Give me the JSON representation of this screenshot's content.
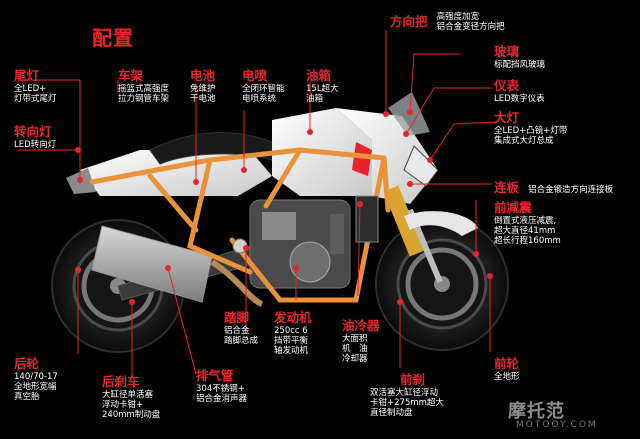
{
  "title": "配置",
  "labels": {
    "taillight": {
      "t": "尾灯",
      "d": [
        "全LED+",
        "灯带式尾灯"
      ]
    },
    "frame": {
      "t": "车架",
      "d": [
        "摇篮式高强度",
        "拉力钢管车架"
      ]
    },
    "battery": {
      "t": "电池",
      "d": [
        "免维护",
        "干电池"
      ]
    },
    "efi": {
      "t": "电喷",
      "d": [
        "全闭环智能",
        "电喷系统"
      ]
    },
    "fueltank": {
      "t": "油箱",
      "d": [
        "15L超大",
        "油箱"
      ]
    },
    "handlebar": {
      "t": "方向把",
      "d": [
        "高强度加宽",
        "铝合金变径方向把"
      ]
    },
    "windshield": {
      "t": "玻璃",
      "d": [
        "标配挡风玻璃"
      ]
    },
    "dashboard": {
      "t": "仪表",
      "d": [
        "LED数字仪表"
      ]
    },
    "headlight": {
      "t": "大灯",
      "d": [
        "全LED+凸镜+灯带",
        "集成式大灯总成"
      ]
    },
    "turnsignal": {
      "t": "转向灯",
      "d": [
        "LED转向灯"
      ]
    },
    "plate": {
      "t": "连板",
      "d": [
        "铝合金锻造方向连接板"
      ]
    },
    "frontshock": {
      "t": "前减震",
      "d": [
        "倒置式液压减震,",
        "超大直径41mm",
        "超长行程160mm"
      ]
    },
    "footrest": {
      "t": "踏脚",
      "d": [
        "铝合金",
        "踏脚总成"
      ]
    },
    "engine": {
      "t": "发动机",
      "d": [
        "250cc 6",
        "挡带平衡",
        "轴发动机"
      ]
    },
    "oilcooler": {
      "t": "油冷器",
      "d": [
        "大面积",
        "机　油",
        "冷却器"
      ]
    },
    "rearwheel": {
      "t": "后轮",
      "d": [
        "140/70-17",
        "全地形宽幅",
        "真空胎"
      ]
    },
    "rearbrake": {
      "t": "后刹车",
      "d": [
        "大缸径单活塞",
        "浮动卡钳+",
        "240mm制动盘"
      ]
    },
    "exhaust": {
      "t": "排气管",
      "d": [
        "304不锈钢+",
        "铝合金消声器"
      ]
    },
    "frontbrake": {
      "t": "前刹",
      "d": [
        "双活塞大缸径浮动",
        "卡钳+275mm超大",
        "直径制动盘"
      ]
    },
    "frontwheel": {
      "t": "前轮",
      "d": [
        "全地形"
      ]
    }
  },
  "watermark": {
    "main": "摩托范",
    "sub": "MOTOOY.COM"
  },
  "colors": {
    "accent": "#e8232b",
    "frame": "#e8923a",
    "background": "#000000"
  }
}
